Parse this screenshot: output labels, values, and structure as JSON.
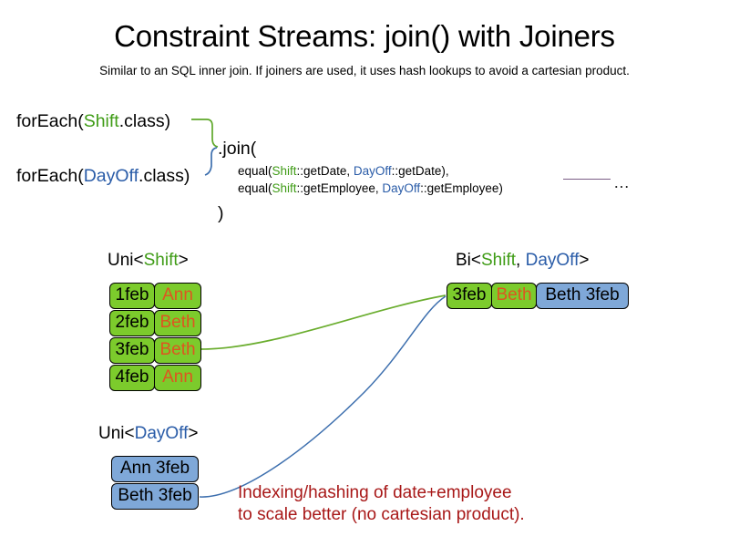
{
  "header": {
    "title": "Constraint Streams: join() with Joiners",
    "subtitle": "Similar to an SQL inner join. If joiners are used, it uses hash lookups to avoid a cartesian product."
  },
  "code": {
    "forEach_shift": {
      "prefix": "forEach(",
      "type": "Shift",
      "suffix": ".class)"
    },
    "forEach_dayoff": {
      "prefix": "forEach(",
      "type": "DayOff",
      "suffix": ".class)"
    },
    "join_open": ".join(",
    "join_close": ")",
    "args": [
      {
        "prefix": "equal(",
        "left_type": "Shift",
        "left_ref": "::getDate, ",
        "right_type": "DayOff",
        "right_ref": "::getDate),"
      },
      {
        "prefix": "equal(",
        "left_type": "Shift",
        "left_ref": "::getEmployee, ",
        "right_type": "DayOff",
        "right_ref": "::getEmployee)"
      }
    ],
    "ellipsis": "…"
  },
  "sections": {
    "uni_shift": {
      "heading": {
        "prefix": "Uni<",
        "type": "Shift",
        "suffix": ">"
      },
      "rows": [
        {
          "date": "1feb",
          "employee": "Ann"
        },
        {
          "date": "2feb",
          "employee": "Beth"
        },
        {
          "date": "3feb",
          "employee": "Beth"
        },
        {
          "date": "4feb",
          "employee": "Ann"
        }
      ]
    },
    "uni_dayoff": {
      "heading": {
        "prefix": "Uni<",
        "type": "DayOff",
        "suffix": ">"
      },
      "rows": [
        {
          "label": "Ann 3feb"
        },
        {
          "label": "Beth 3feb"
        }
      ]
    },
    "bi": {
      "heading": {
        "prefix": "Bi<",
        "type_a": "Shift",
        "separator": ", ",
        "type_b": "DayOff",
        "suffix": ">"
      },
      "shift_date": "3feb",
      "shift_employee": "Beth",
      "dayoff_label": "Beth 3feb"
    }
  },
  "caption": {
    "line1": "Indexing/hashing of date+employee",
    "line2": "to scale better (no cartesian product)."
  },
  "colors": {
    "shift_green_text": "#3f9c16",
    "dayoff_blue_text": "#2a5ca8",
    "box_green_fill": "#7ccb2c",
    "box_blue_fill": "#7fa8d8",
    "employee_orange": "#de5520",
    "caption_red": "#a81818",
    "connector_green": "#5fa82a",
    "connector_blue": "#3d6fae",
    "accent_purple": "#7a5c86"
  }
}
